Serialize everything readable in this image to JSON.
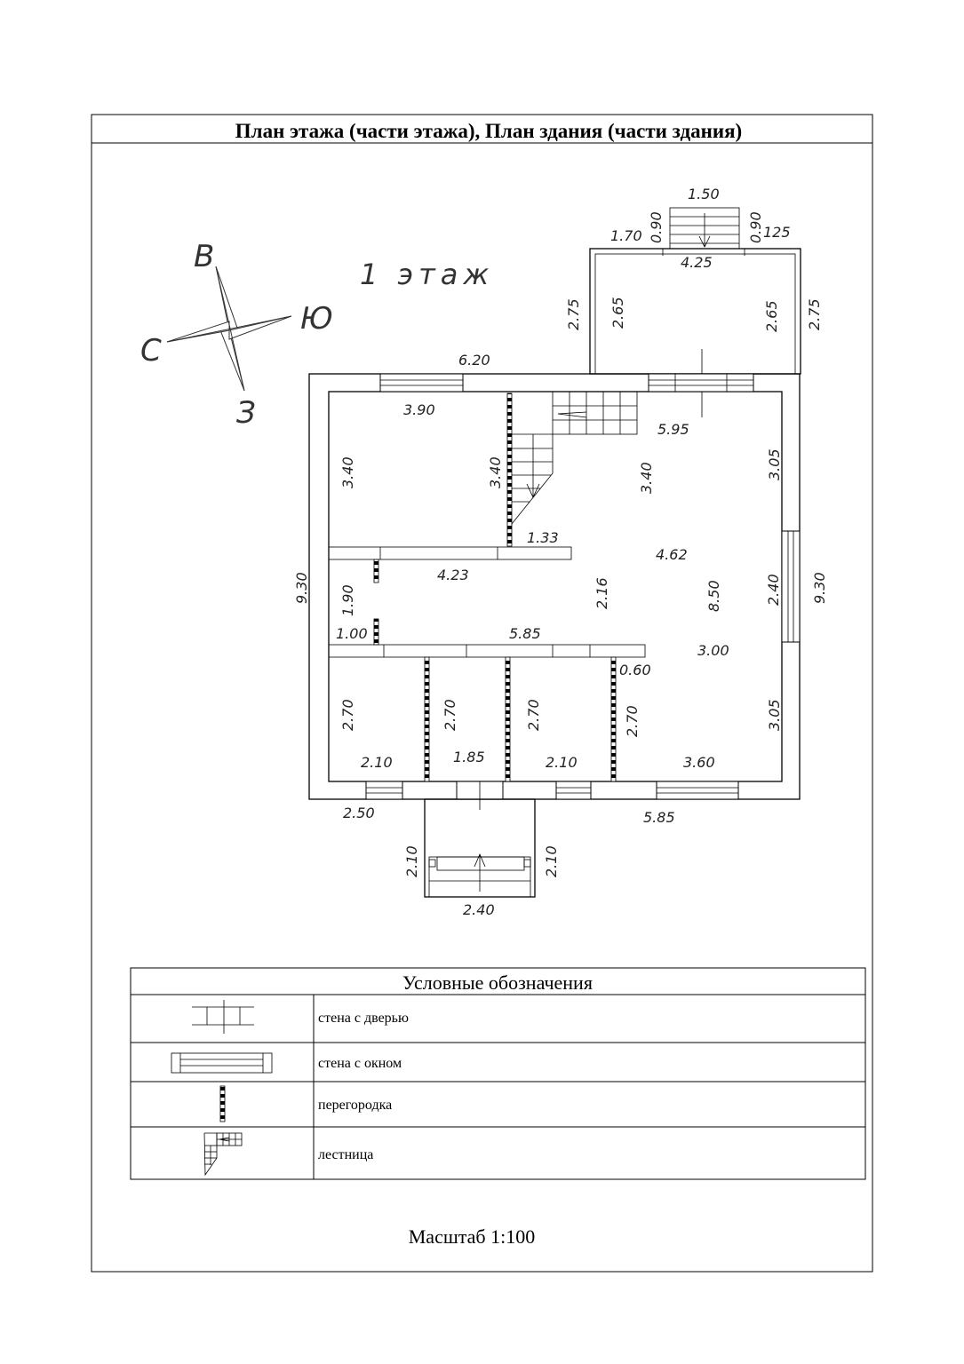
{
  "header": {
    "title": "План этажа (части этажа), План здания (части здания)"
  },
  "plan": {
    "floor_label": "1 этаж",
    "compass": {
      "north": "В",
      "south": "З",
      "east": "Ю",
      "west": "С"
    },
    "dims": {
      "porch_top_width": "1.50",
      "porch_left_090": "0.90",
      "porch_right_090": "0.90",
      "terrace_left_170": "1.70",
      "terrace_right_125": "125",
      "terrace_width": "4.25",
      "terrace_left_outer": "2.75",
      "terrace_left_inner": "2.65",
      "terrace_right_inner": "2.65",
      "terrace_right_outer": "2.75",
      "top_620": "6.20",
      "room1_width": "3.90",
      "hall_595": "5.95",
      "room1_left_height": "3.40",
      "room1_right_height": "3.40",
      "hall_340": "3.40",
      "right_upper_305": "3.05",
      "stair_133": "1.33",
      "hall_462": "4.62",
      "corridor_423": "4.23",
      "left_overall": "9.30",
      "right_overall": "9.30",
      "corridor_190": "1.90",
      "corridor_216": "2.16",
      "hall_850": "8.50",
      "window_240": "2.40",
      "corridor_100": "1.00",
      "corridor_585": "5.85",
      "hall_300": "3.00",
      "door_060": "0.60",
      "room_a_height": "2.70",
      "room_b_height": "2.70",
      "room_c_height": "2.70",
      "room_d_height": "2.70",
      "right_lower_305": "3.05",
      "room_a_width": "2.10",
      "room_b_width": "1.85",
      "room_c_width": "2.10",
      "room_d_width": "3.60",
      "bottom_250": "2.50",
      "bottom_585": "5.85",
      "porch_left_210": "2.10",
      "porch_right_210": "2.10",
      "porch_width_240": "2.40"
    }
  },
  "legend": {
    "title": "Условные обозначения",
    "items": [
      {
        "label": "стена с дверью"
      },
      {
        "label": "стена с окном"
      },
      {
        "label": "перегородка"
      },
      {
        "label": "лестница"
      }
    ]
  },
  "footer": {
    "scale": "Масштаб 1:100"
  }
}
